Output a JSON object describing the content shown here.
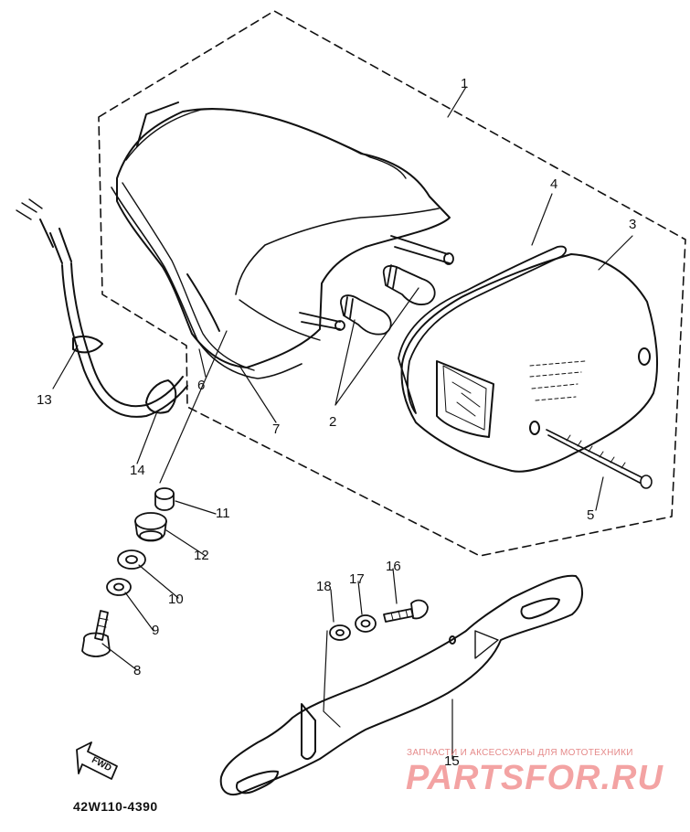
{
  "diagram": {
    "callouts": [
      "1",
      "2",
      "3",
      "4",
      "5",
      "6",
      "7",
      "8",
      "9",
      "10",
      "11",
      "12",
      "13",
      "14",
      "15",
      "16",
      "17",
      "18"
    ],
    "part_code": "42W110-4390",
    "fwd_label": "FWD",
    "watermark": {
      "tagline": "ЗАПЧАСТИ И АКСЕССУАРЫ ДЛЯ МОТОТЕХНИКИ",
      "logo": "PARTSFOR.RU"
    }
  }
}
